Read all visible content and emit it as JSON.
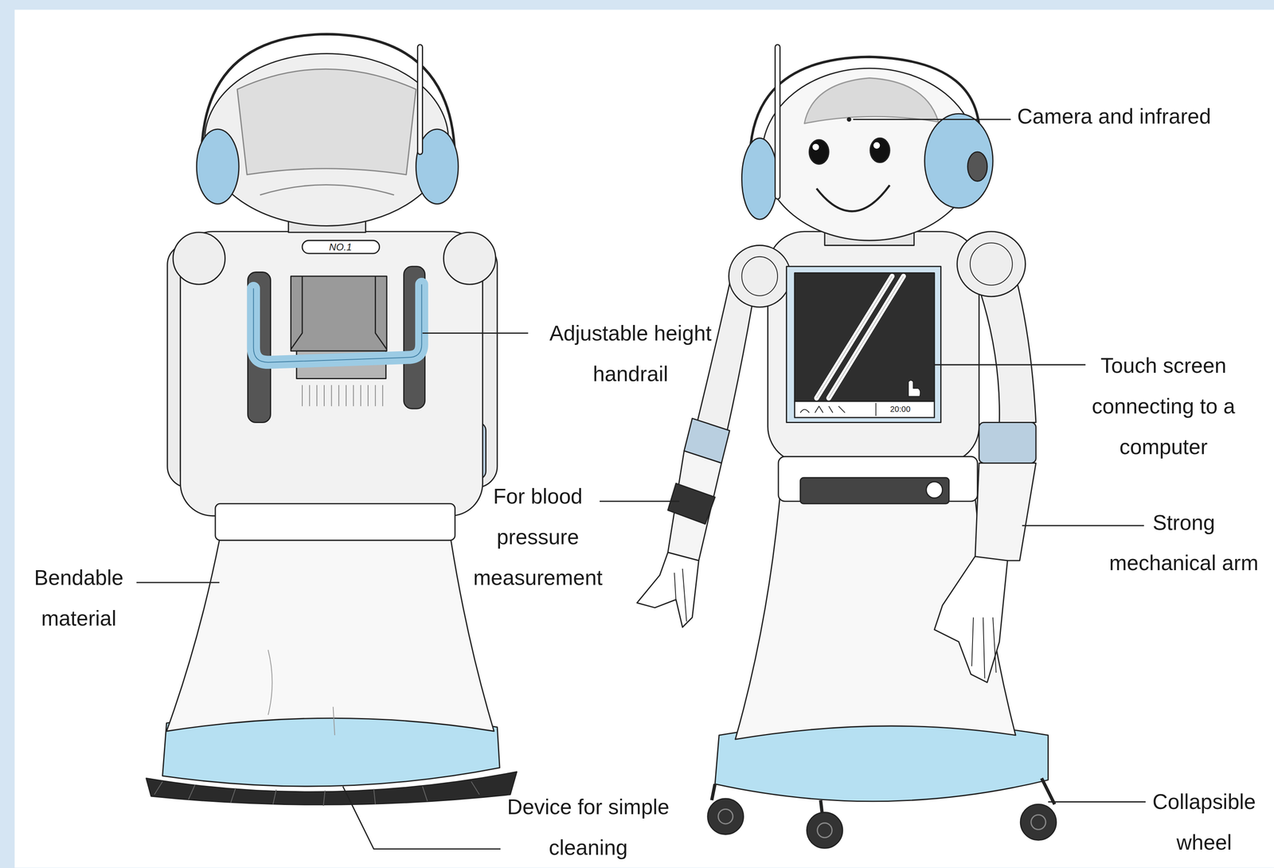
{
  "diagram": {
    "labels": [
      "Camera and infrared",
      "Adjustable height handrail",
      "Touch screen connecting to a computer",
      "For blood pressure measurement",
      "Strong mechanical arm",
      "Bendable material",
      "Device for simple cleaning",
      "Collapsible wheel",
      "NO.1",
      "20:00"
    ]
  }
}
